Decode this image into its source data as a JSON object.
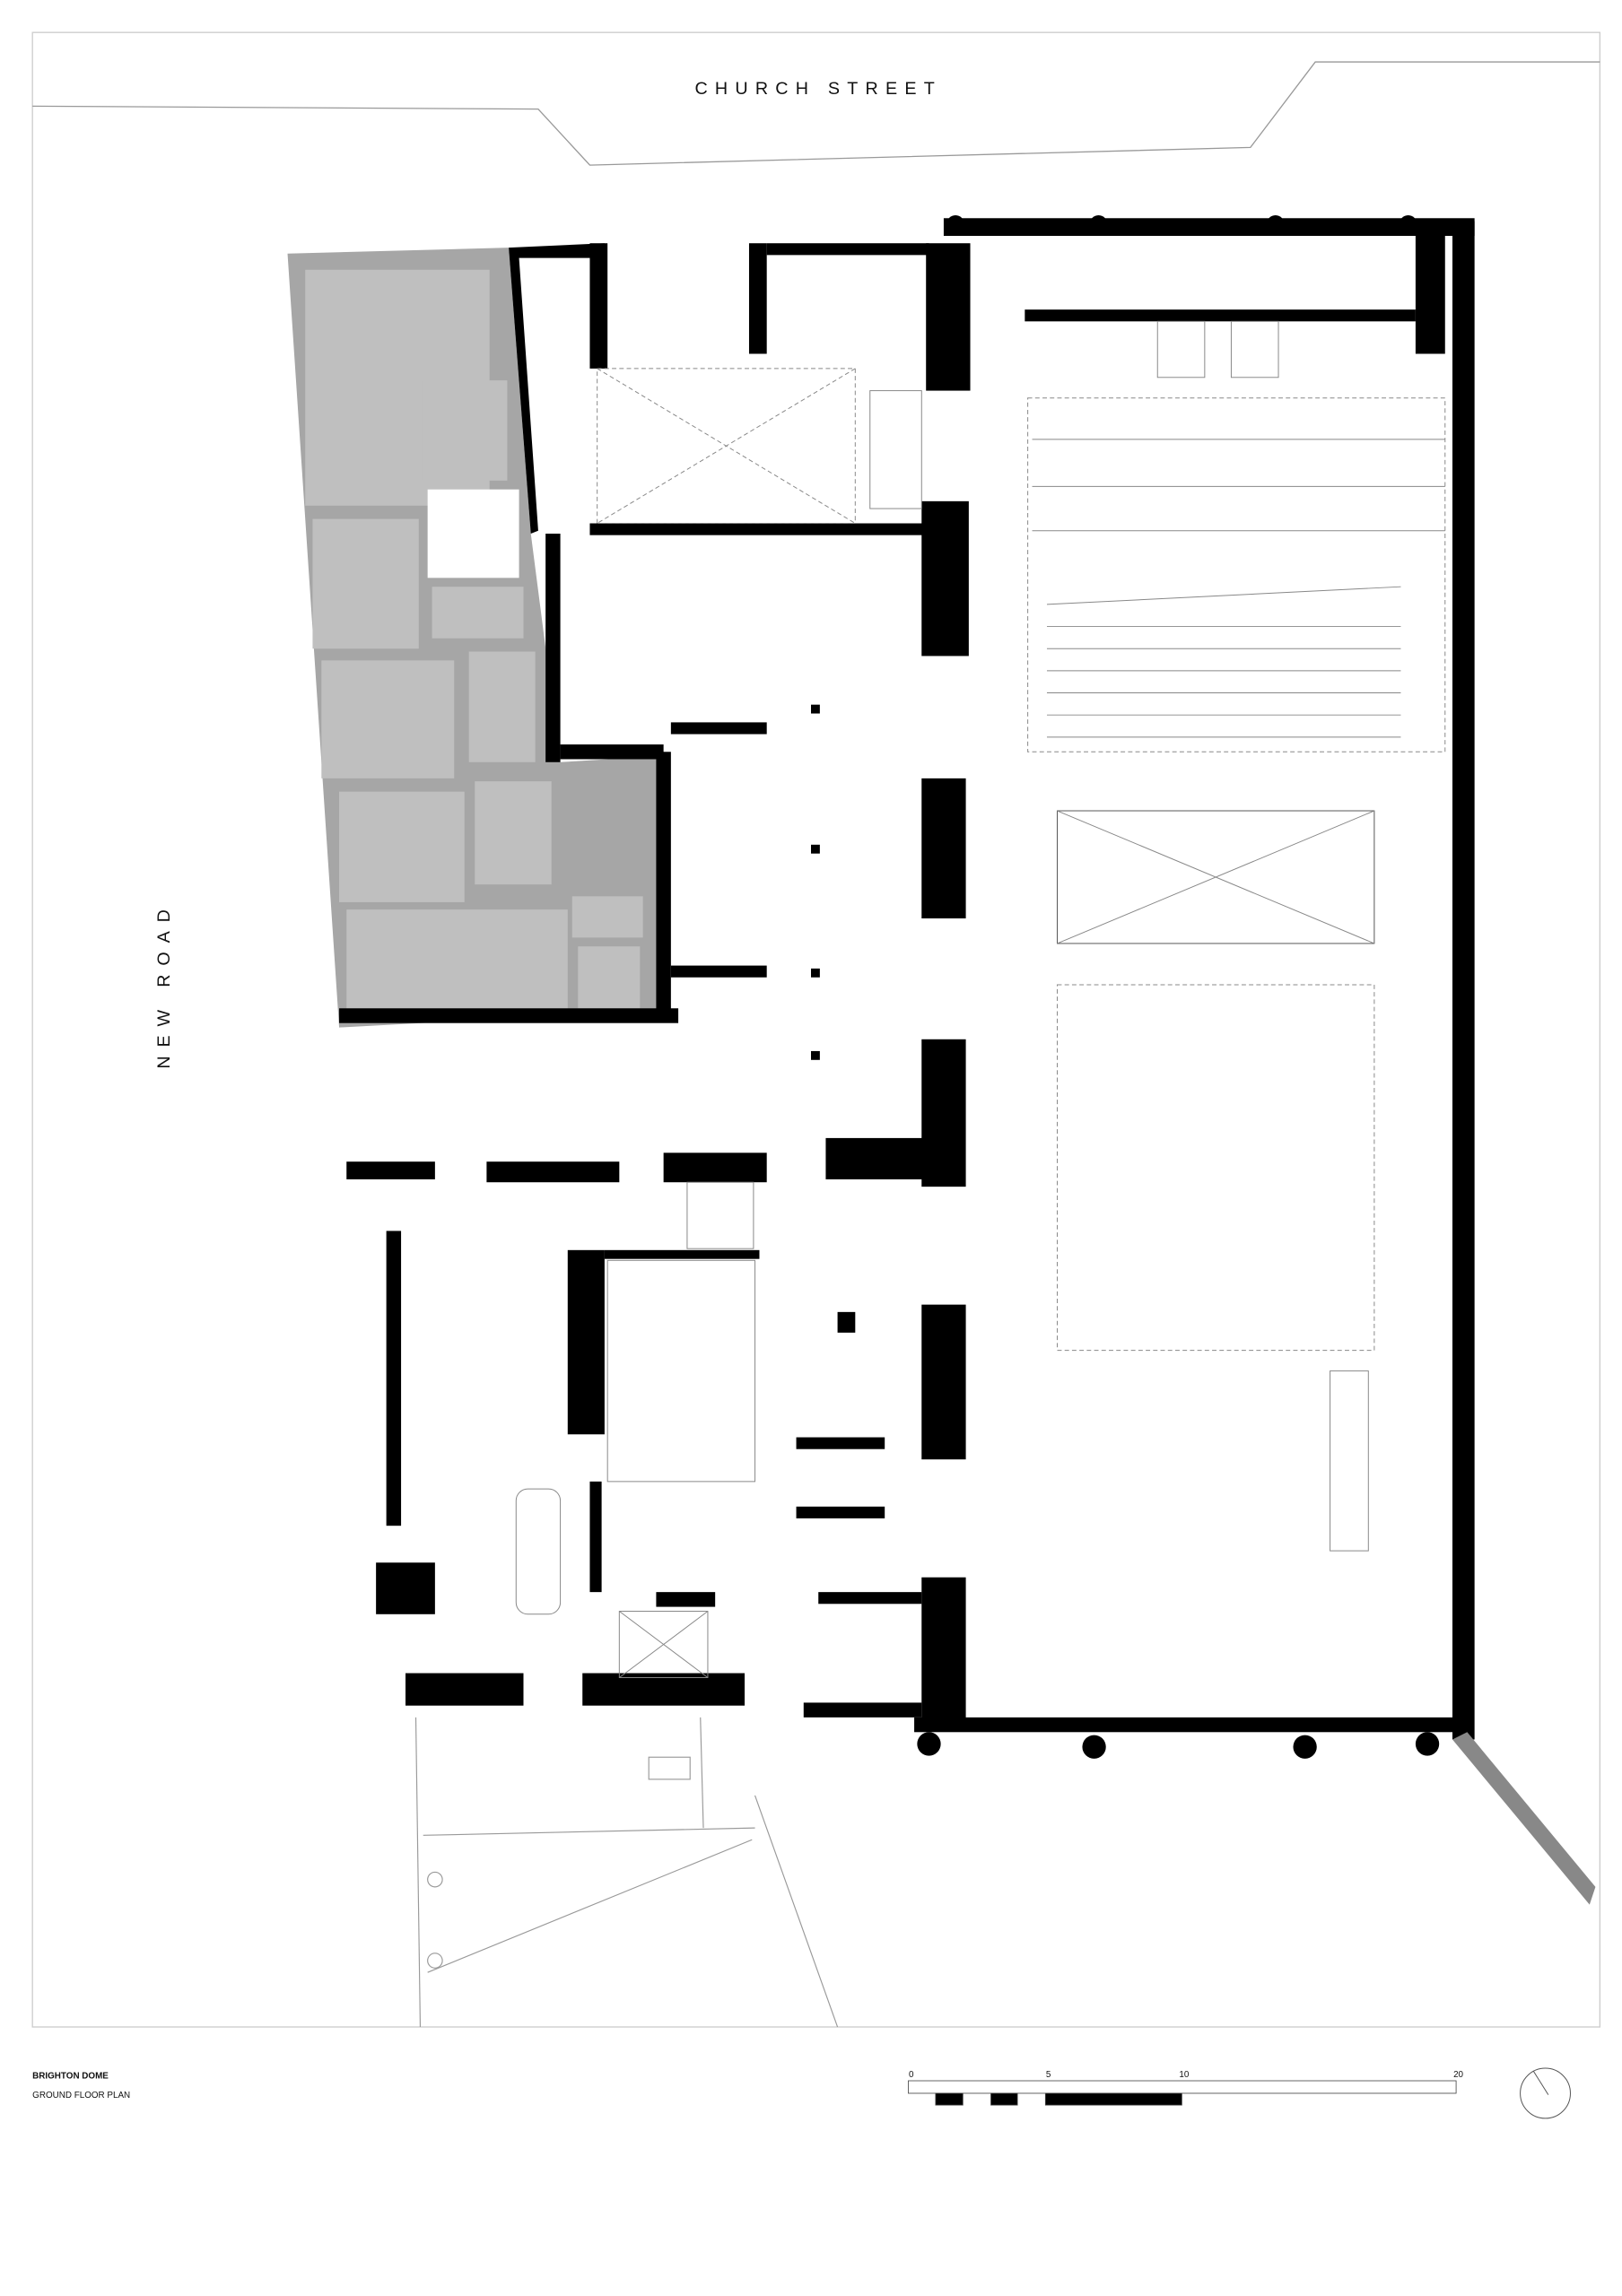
{
  "plan": {
    "street_top": "CHURCH STREET",
    "street_left": "NEW ROAD"
  },
  "title_block": {
    "title": "BRIGHTON DOME",
    "subtitle": "GROUND FLOOR PLAN"
  },
  "scale_bar": {
    "ticks": [
      "0",
      "5",
      "10",
      "20"
    ]
  },
  "north_arrow": {
    "icon": "north-arrow-icon"
  },
  "colors": {
    "wall": "#000000",
    "neighbour_building": "#a6a6a6",
    "neighbour_rooms": "#bfbfbf",
    "line": "#888888"
  }
}
